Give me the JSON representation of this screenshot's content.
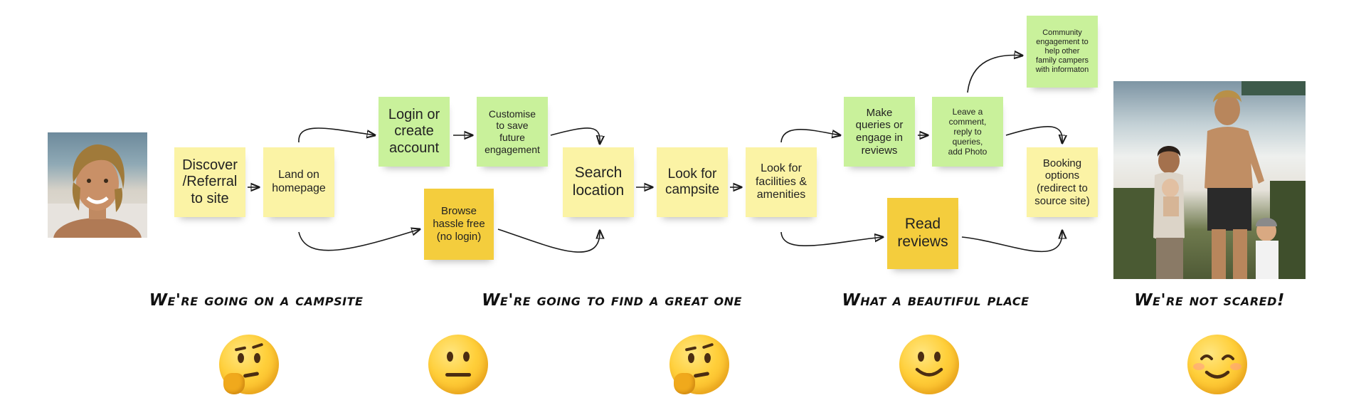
{
  "notes": {
    "discover": "Discover\n/Referral\nto site",
    "land": "Land on\nhomepage",
    "login": "Login or\ncreate\naccount",
    "customise": "Customise\nto save\nfuture\nengagement",
    "browse": "Browse\nhassle free\n(no login)",
    "search": "Search\nlocation",
    "campsite": "Look for\ncampsite",
    "facilities": "Look for\nfacilities &\namenities",
    "queries": "Make\nqueries or\nengage in\nreviews",
    "comment": "Leave a\ncomment,\nreply to\nqueries,\nadd Photo",
    "community": "Community\nengagement to\nhelp other\nfamily campers\nwith informaton",
    "reviews": "Read\nreviews",
    "booking": "Booking\noptions\n(redirect to\nsource site)"
  },
  "captions": [
    "We're going on a campsite",
    "We're going to find a great one",
    "What a beautiful place",
    "We're not scared!"
  ],
  "emotions": [
    "thinking-face",
    "neutral-face",
    "thinking-face",
    "slightly-smiling-face",
    "smiling-face"
  ]
}
